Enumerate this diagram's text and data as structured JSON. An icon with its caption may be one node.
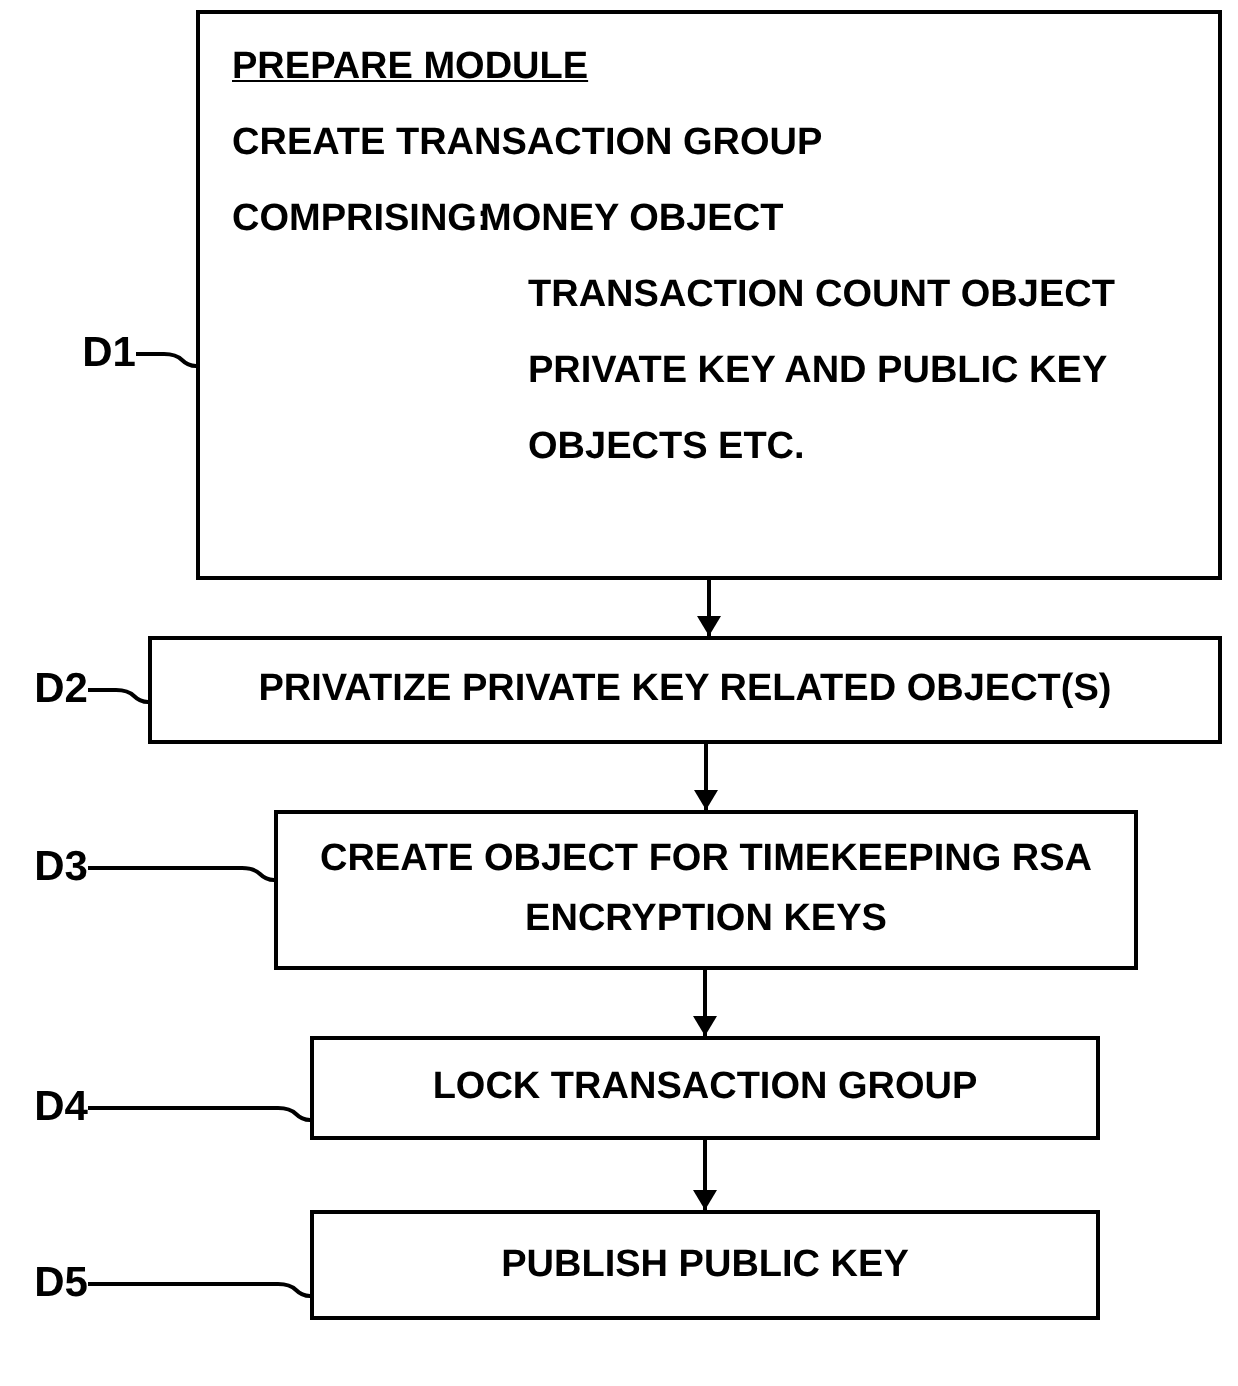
{
  "diagram": {
    "nodes": [
      {
        "text": [
          "PREPARE MODULE",
          "CREATE TRANSACTION GROUP",
          "COMPRISING:",
          "MONEY OBJECT",
          "TRANSACTION COUNT OBJECT",
          "PRIVATE KEY AND PUBLIC KEY OBJECTS ETC."
        ]
      },
      {
        "text": [
          "PRIVATIZE PRIVATE KEY RELATED OBJECT(S)"
        ]
      },
      {
        "text": [
          "CREATE OBJECT FOR TIMEKEEPING RSA ENCRYPTION KEYS"
        ]
      },
      {
        "text": [
          "LOCK TRANSACTION GROUP"
        ]
      },
      {
        "text": [
          "PUBLISH PUBLIC KEY"
        ]
      },
      {
        "text": [
          "D1"
        ]
      },
      {
        "text": [
          "D2"
        ]
      },
      {
        "text": [
          "D3"
        ]
      },
      {
        "text": [
          "D4"
        ]
      },
      {
        "text": [
          "D5"
        ]
      }
    ],
    "edges": [
      {
        "from": 0,
        "to": 1,
        "arrow": "to"
      },
      {
        "from": 1,
        "to": 2,
        "arrow": "to"
      },
      {
        "from": 2,
        "to": 3,
        "arrow": "to"
      },
      {
        "from": 3,
        "to": 4,
        "arrow": "to"
      },
      {
        "from": 5,
        "to": 0,
        "arrow": "none"
      },
      {
        "from": 6,
        "to": 1,
        "arrow": "none"
      },
      {
        "from": 7,
        "to": 2,
        "arrow": "none"
      },
      {
        "from": 8,
        "to": 3,
        "arrow": "none"
      },
      {
        "from": 9,
        "to": 4,
        "arrow": "none"
      }
    ]
  }
}
